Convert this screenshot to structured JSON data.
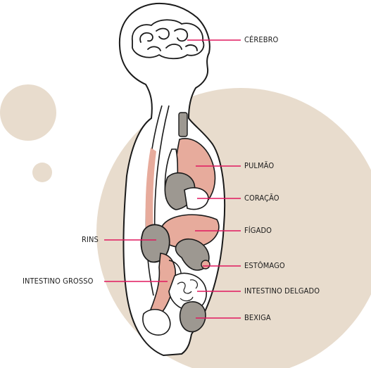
{
  "labels": {
    "brain": "CÉREBRO",
    "lungs": "PULMÃO",
    "heart": "CORAÇÃO",
    "liver": "FÍGADO",
    "kidneys": "RINS",
    "stomach": "ESTÔMAGO",
    "large_intestine": "INTESTINO GROSSO",
    "small_intestine": "INTESTINO DELGADO",
    "bladder": "BEXIGA"
  },
  "colors": {
    "background_circle": "#e8dccd",
    "leader_line": "#e0185e",
    "outline": "#1a1a1a",
    "organ_pink": "#e7ab9c",
    "organ_gray": "#9d9891",
    "organ_white": "#ffffff"
  }
}
